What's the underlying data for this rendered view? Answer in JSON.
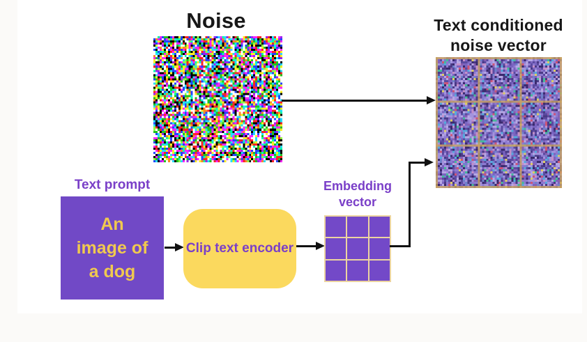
{
  "labels": {
    "noise_title": "Noise",
    "conditioned_title_line1": "Text conditioned",
    "conditioned_title_line2": "noise vector",
    "text_prompt_label": "Text prompt",
    "prompt_line1": "An",
    "prompt_line2": "image of",
    "prompt_line3": "a dog",
    "encoder_label": "Clip text encoder",
    "embedding_label_line1": "Embedding",
    "embedding_label_line2": "vector"
  },
  "colors": {
    "page_background": "#fbfaf8",
    "surface": "#ffffff",
    "title_text": "#171717",
    "purple_text": "#7a3fc8",
    "purple_box": "#7149c6",
    "prompt_text_yellow": "#f0c94f",
    "encoder_yellow": "#fbd95e",
    "embedding_cell": "#7349c8",
    "embedding_grid_border": "#ecd4a0",
    "arrow": "#111111"
  },
  "noise_textures": {
    "rgb_noise": {
      "palette": [
        "#ffffff",
        "#000000",
        "#ff2323",
        "#1fc41f",
        "#2244ff",
        "#22ddff",
        "#ff22ff",
        "#ffee22",
        "#ff8822",
        "#8dfc44",
        "#a020f0",
        "#00ffaa"
      ],
      "weights": [
        7,
        6,
        4,
        4,
        4,
        4,
        4,
        4,
        2,
        2,
        2,
        2
      ]
    },
    "conditioned_noise": {
      "palette": [
        "#7a64c0",
        "#8d7ad0",
        "#5b4aa0",
        "#a393dd",
        "#4a3a86",
        "#6f82cc",
        "#b6a8e4",
        "#8a5fb0",
        "#55aadd",
        "#c48fc8",
        "#cc5577",
        "#44bb99",
        "#ddcc66",
        "#3a2a6e"
      ],
      "weights": [
        6,
        6,
        5,
        5,
        4,
        3,
        3,
        2,
        2,
        2,
        1,
        1,
        1,
        3
      ],
      "grid_line_color": "rgba(201,163,95,0.8)"
    }
  }
}
